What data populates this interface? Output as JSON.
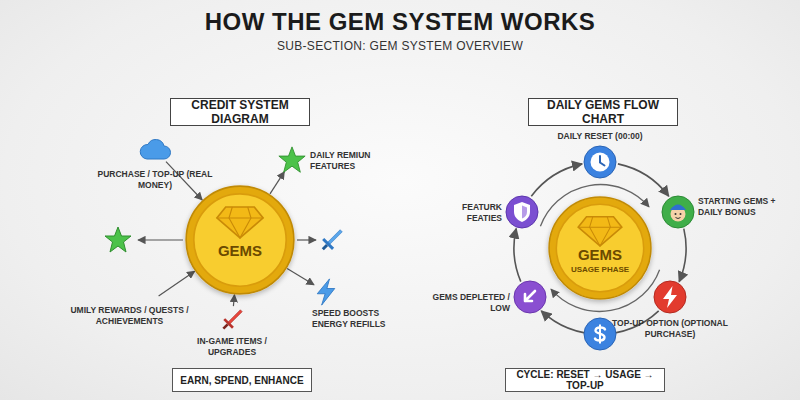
{
  "diagram": {
    "title": "HOW THE GEM SYSTEM WORKS",
    "nodes": [
      {
        "text": [
          "CREDIT SYSTEM DIAGRAM"
        ]
      },
      {
        "text": [
          "GEMS"
        ]
      },
      {
        "text": [
          "PURCHASE / TOP-UP (REAL MONEY)"
        ]
      },
      {
        "text": [
          "DAILY REMIUN FEATURES"
        ]
      },
      {
        "text": [
          "UMILY REWARDS / QUESTS / ACHIEVEMENTS"
        ]
      },
      {
        "text": [
          "IN-GAME ITEMS / UPGRADES"
        ]
      },
      {
        "text": [
          "SPEED BOOSTS ENERGY REFILLS"
        ]
      },
      {
        "text": [
          "EARN, SPEND, ENHANCE"
        ]
      },
      {
        "text": [
          "DAILY GEMS FLOW CHART"
        ]
      },
      {
        "text": [
          "DAILY RESET (00:00)"
        ]
      },
      {
        "text": [
          "STARTING GEMS + DAILY BONUS"
        ]
      },
      {
        "text": [
          "GEMS",
          "USAGE PHASE"
        ]
      },
      {
        "text": [
          "TOP-UP OPTION (OPTIONAL PURCHASE)"
        ]
      },
      {
        "text": [
          "GEMS DEPLETED / LOW"
        ]
      },
      {
        "text": [
          "FEATURK FEATIES"
        ]
      },
      {
        "text": [
          "CYCLE: RESET → USAGE → TOP-UP"
        ]
      }
    ],
    "edges": [
      {
        "from": 2,
        "to": 1,
        "arrow": "to"
      },
      {
        "from": 1,
        "to": 3,
        "arrow": "to"
      },
      {
        "from": 4,
        "to": 1,
        "arrow": "to"
      },
      {
        "from": 5,
        "to": 1,
        "arrow": "to"
      },
      {
        "from": 1,
        "to": 6,
        "arrow": "to"
      },
      {
        "from": 9,
        "to": 10,
        "arrow": "to"
      },
      {
        "from": 10,
        "to": 12,
        "arrow": "to"
      },
      {
        "from": 12,
        "to": 13,
        "arrow": "to"
      },
      {
        "from": 13,
        "to": 14,
        "arrow": "to"
      },
      {
        "from": 14,
        "to": 9,
        "arrow": "to"
      }
    ],
    "labels": [
      "SUB-SECTION: GEM SYSTEM OVERVIEW"
    ]
  }
}
